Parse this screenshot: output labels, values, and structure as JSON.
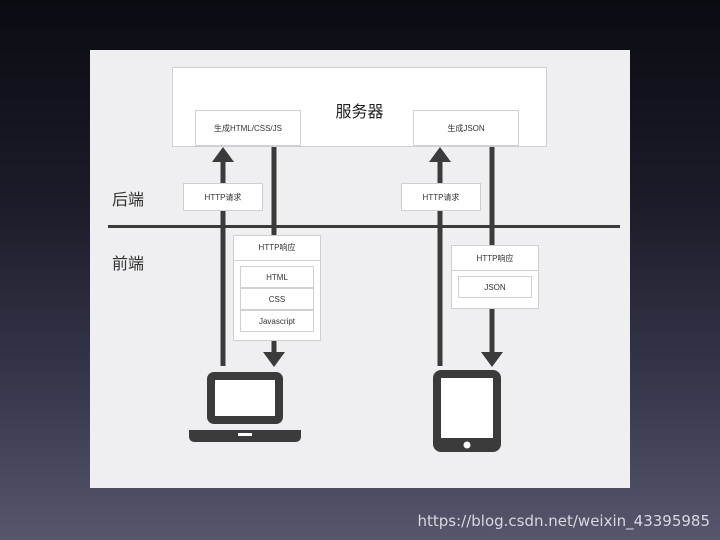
{
  "server": {
    "title": "服务器",
    "gen_left": "生成HTML/CSS/JS",
    "gen_right": "生成JSON"
  },
  "labels": {
    "backend": "后端",
    "frontend": "前端"
  },
  "requests": {
    "left": "HTTP请求",
    "right": "HTTP请求"
  },
  "responses": {
    "left": {
      "title": "HTTP响应",
      "items": [
        "HTML",
        "CSS",
        "Javascript"
      ]
    },
    "right": {
      "title": "HTTP响应",
      "items": [
        "JSON"
      ]
    }
  },
  "devices": {
    "left": "laptop-icon",
    "right": "tablet-icon"
  },
  "footer": {
    "url": "https://blog.csdn.net/weixin_43395985"
  },
  "colors": {
    "arrow": "#3b3b3b",
    "panel": "#efeff1"
  }
}
